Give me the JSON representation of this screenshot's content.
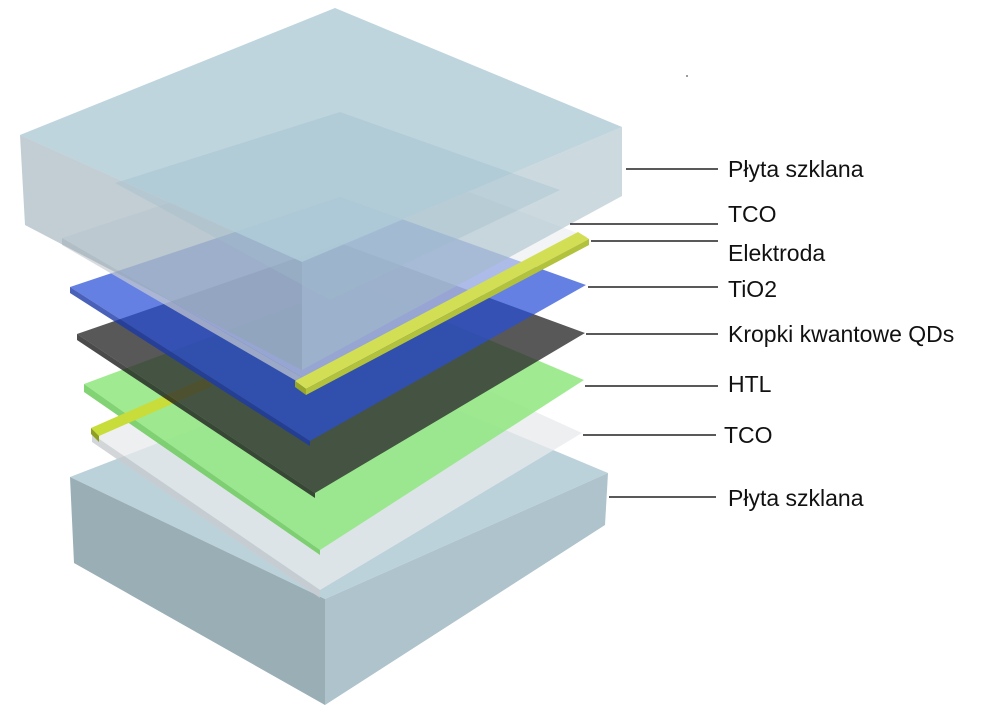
{
  "labels": {
    "glass_top": "Płyta szklana",
    "tco_top": "TCO",
    "electrode": "Elektroda",
    "tio2": "TiO2",
    "qds": "Kropki kwantowe QDs",
    "htl": "HTL",
    "tco_bottom": "TCO",
    "glass_bottom": "Płyta szklana"
  },
  "colors": {
    "glass": "#b9d2db",
    "tco": "#e6e8ea",
    "electrode": "#c9d648",
    "tio2": "#4f6fe0",
    "qds": "#3a3a3a",
    "htl": "#8fe87f",
    "leader": "#222222"
  }
}
